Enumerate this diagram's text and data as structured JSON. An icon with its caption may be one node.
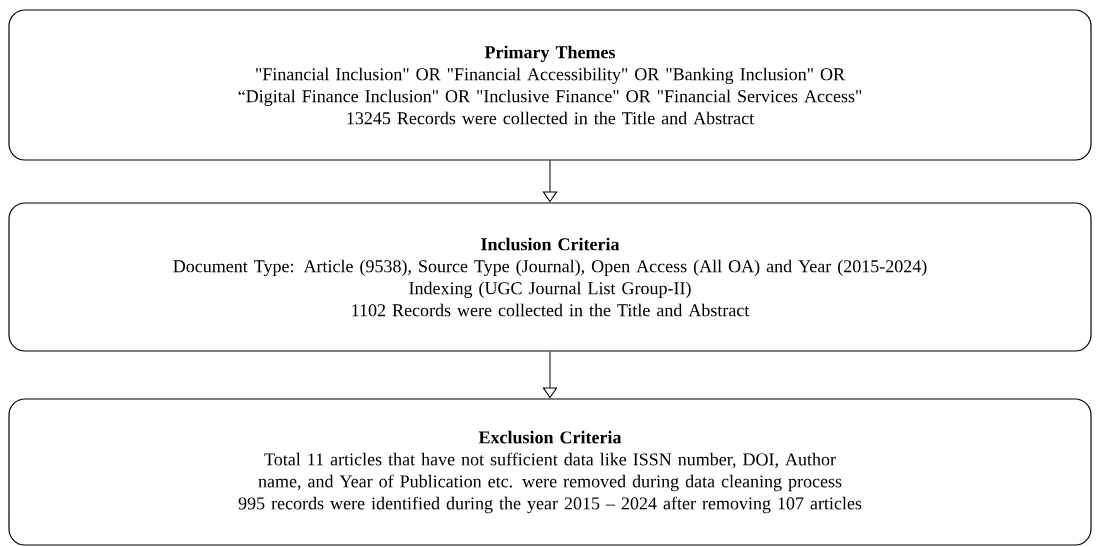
{
  "diagram": {
    "nodes": [
      {
        "text": [
          "Primary Themes",
          "\"Financial Inclusion\" OR \"Financial Accessibility\" OR \"Banking Inclusion\" OR “Digital Finance Inclusion\" OR \"Inclusive Finance\" OR \"Financial Services Access\"",
          "13245 Records were collected in the Title and Abstract"
        ]
      },
      {
        "text": [
          "Inclusion Criteria",
          "Document Type: Article (9538), Source Type (Journal), Open Access (All OA) and Year (2015-2024)",
          "Indexing (UGC Journal List Group-II)",
          "1102 Records were collected in the Title and Abstract"
        ]
      },
      {
        "text": [
          "Exclusion Criteria",
          "Total 11 articles that have not sufficient data like ISSN number, DOI, Author name, and Year of Publication etc. were removed during data cleaning process",
          "995 records were identified during the year 2015 – 2024 after removing 107 articles"
        ]
      }
    ],
    "edges": [
      {
        "from": 0,
        "to": 1,
        "arrow": "to"
      },
      {
        "from": 1,
        "to": 2,
        "arrow": "to"
      }
    ]
  }
}
